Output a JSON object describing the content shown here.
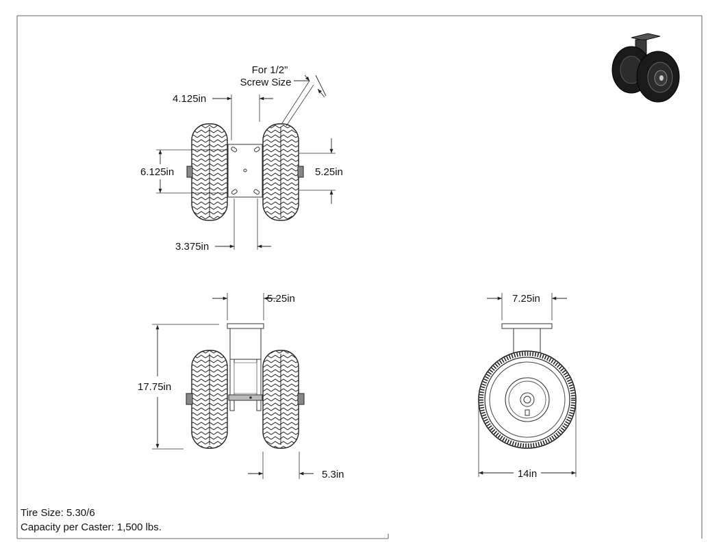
{
  "top_view": {
    "screw_note_line1": "For 1/2\"",
    "screw_note_line2": "Screw Size",
    "dim_top": "4.125in",
    "dim_left": "6.125in",
    "dim_right": "5.25in",
    "dim_bottom": "3.375in"
  },
  "front_view": {
    "dim_top": "5.25in",
    "dim_height": "17.75in",
    "dim_bottom": "5.3in"
  },
  "side_view": {
    "dim_top": "7.25in",
    "dim_diameter": "14in"
  },
  "specs": {
    "tire_size": "Tire Size: 5.30/6",
    "capacity": "Capacity per Caster: 1,500 lbs."
  },
  "colors": {
    "line": "#333333",
    "tire_dark": "#1a1a1a"
  }
}
